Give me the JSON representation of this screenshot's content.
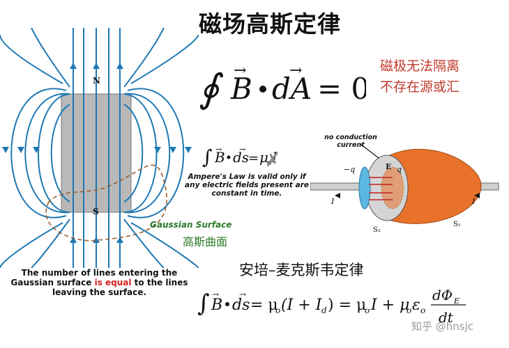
{
  "title": "磁场高斯定律",
  "note_red": [
    "磁极无法隔离",
    "不存在源或汇"
  ],
  "magnet": {
    "north_label": "N",
    "south_label": "S"
  },
  "gaussian_surface": {
    "label_en": "Gaussian Surface",
    "label_cn": "高斯曲面"
  },
  "caption": {
    "part1": "The number of lines entering the Gaussian surface ",
    "highlight": "is equal",
    "part2": " to the lines leaving the surface."
  },
  "ampere_note": "Ampere's Law is valid only if any electric fields present are constant  in time.",
  "capacitor": {
    "label": "no conduction current",
    "charge_neg": "−q",
    "charge_pos": "q",
    "field": "E",
    "current_left": "I",
    "current_right": "I",
    "surface1": "S₁",
    "surface2": "S₂"
  },
  "maxwell_title": "安培–麦克斯韦定律",
  "watermark": "知乎 @hnsjc",
  "colors": {
    "field_lines": "#1e78b4",
    "note": "#c0392b",
    "gauss": "#2a7a2a",
    "highlight": "#d92020",
    "cone": "#e8722a"
  }
}
